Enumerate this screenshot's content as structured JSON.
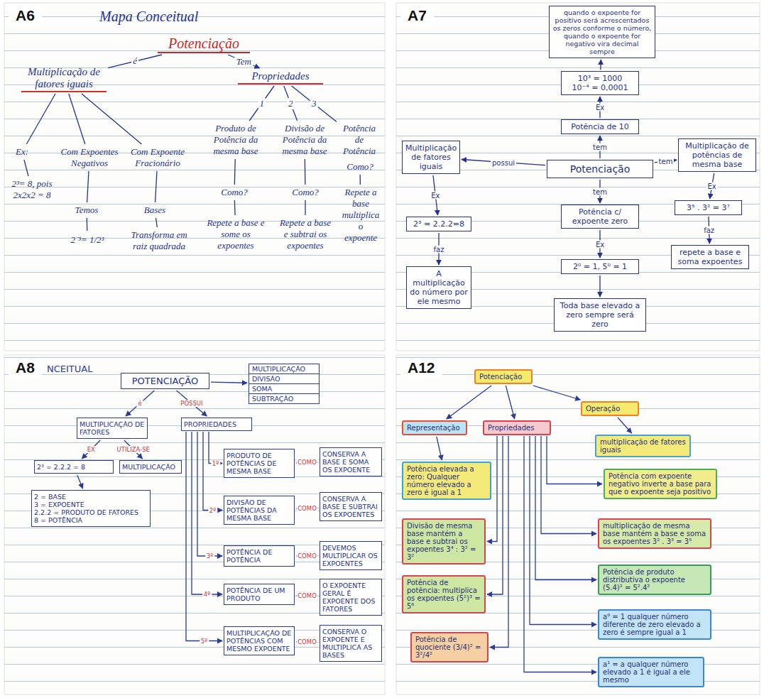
{
  "diagram": {
    "nodes": [
      {
        "text": [
          "Potenciação"
        ]
      },
      {
        "text": [
          "Multiplicação de fatores iguais"
        ]
      },
      {
        "text": [
          "Propriedades"
        ]
      },
      {
        "text": [
          "Ex:"
        ]
      },
      {
        "text": [
          "Com Expoentes Negativos"
        ]
      },
      {
        "text": [
          "Com Expoente Fracionário"
        ]
      },
      {
        "text": [
          "2³= 8, pois 2x2x2 = 8"
        ]
      },
      {
        "text": [
          "Temos"
        ]
      },
      {
        "text": [
          "2⁻³= 1/2³"
        ]
      },
      {
        "text": [
          "Bases"
        ]
      },
      {
        "text": [
          "Transforma em raiz quadrada"
        ]
      },
      {
        "text": [
          "Produto de Potência da mesma base"
        ]
      },
      {
        "text": [
          "Divisão de Potência da mesma base"
        ]
      },
      {
        "text": [
          "Potência de Potência"
        ]
      },
      {
        "text": [
          "Como?"
        ]
      },
      {
        "text": [
          "Como?"
        ]
      },
      {
        "text": [
          "Como?"
        ]
      },
      {
        "text": [
          "Repete a base e some os expoentes"
        ]
      },
      {
        "text": [
          "Repete a base e subtrai os expoentes"
        ]
      },
      {
        "text": [
          "Repete a base multiplica o expoente"
        ]
      },
      {
        "text": [
          "quando o expoente for positivo será acrescentados os zeros conforme o número, quando o expoente for negativo vira decimal sempre"
        ]
      },
      {
        "text": [
          "10³ = 1000",
          "10⁻⁴ = 0,0001"
        ]
      },
      {
        "text": [
          "Potência de 10"
        ]
      },
      {
        "text": [
          "Potenciação"
        ]
      },
      {
        "text": [
          "Multiplicação de fatores iguais"
        ]
      },
      {
        "text": [
          "Multiplicação de potências de mesma base"
        ]
      },
      {
        "text": [
          "2³ = 2.2.2=8"
        ]
      },
      {
        "text": [
          "A multiplicação do número por ele mesmo"
        ]
      },
      {
        "text": [
          "Potência c/ expoente zero"
        ]
      },
      {
        "text": [
          "2⁰ = 1, 5⁰ = 1"
        ]
      },
      {
        "text": [
          "Toda base elevado a zero sempre será zero"
        ]
      },
      {
        "text": [
          "3⁵ . 3² = 3⁷"
        ]
      },
      {
        "text": [
          "repete a base e soma expoentes"
        ]
      },
      {
        "text": [
          "POTENCIAÇÃO"
        ]
      },
      {
        "text": [
          "MULTIPLICAÇÃO DE FATORES"
        ]
      },
      {
        "text": [
          "MULTIPLICAÇÃO",
          "DIVISÃO",
          "SOMA",
          "SUBTRAÇÃO"
        ]
      },
      {
        "text": [
          "PROPRIEDADES"
        ]
      },
      {
        "text": [
          "2³ = 2.2.2 = 8"
        ]
      },
      {
        "text": [
          "MULTIPLICAÇÃO"
        ]
      },
      {
        "text": [
          "2 = BASE",
          "3 = EXPOENTE",
          "2.2.2 = PRODUTO DE FATORES",
          "8 = POTÊNCIA"
        ]
      },
      {
        "text": [
          "PRODUTO DE POTÊNCIAS DE MESMA BASE"
        ]
      },
      {
        "text": [
          "CONSERVA A BASE E SOMA OS EXPOENTE"
        ]
      },
      {
        "text": [
          "DIVISÃO DE POTÊNCIAS DA MESMA BASE"
        ]
      },
      {
        "text": [
          "CONSERVA A BASE E SUBTRAI OS EXPOENTES"
        ]
      },
      {
        "text": [
          "POTÊNCIA DE POTÊNCIA"
        ]
      },
      {
        "text": [
          "DEVEMOS MULTIPLICAR OS EXPOENTES"
        ]
      },
      {
        "text": [
          "POTÊNCIA DE UM PRODUTO"
        ]
      },
      {
        "text": [
          "O EXPOENTE GERAL É EXPOENTE DOS FATORES"
        ]
      },
      {
        "text": [
          "MULTIPLICAÇÃO DE POTÊNCIAS COM MESMO EXPOENTE"
        ]
      },
      {
        "text": [
          "CONSERVA O EXPOENTE E MULTIPLICA AS BASES"
        ]
      },
      {
        "text": [
          "Potenciação"
        ]
      },
      {
        "text": [
          "Representação"
        ]
      },
      {
        "text": [
          "Propriedades"
        ]
      },
      {
        "text": [
          "Operação"
        ]
      },
      {
        "text": [
          "multiplicação de fatores iguais"
        ]
      },
      {
        "text": [
          "Potência elevada a zero: Qualquer número elevado a zero é igual a 1"
        ]
      },
      {
        "text": [
          "Potência com expoente negativo inverte a base para que o expoente seja positivo"
        ]
      },
      {
        "text": [
          "Divisão de mesma base mantém a base e subtrai os expoentes 3⁴ : 3² = 3²"
        ]
      },
      {
        "text": [
          "multiplicação de mesma base mantém a base e soma os expoentes 3² . 3³ = 3⁵"
        ]
      },
      {
        "text": [
          "Potência de produto distributiva o expoente (5.4)² = 5².4²"
        ]
      },
      {
        "text": [
          "Potência de potência: multiplica os expoentes (5²)³ = 5⁶"
        ]
      },
      {
        "text": [
          "Potência de quociente (3/4)² = 3²/4²"
        ]
      },
      {
        "text": [
          "a⁰ = 1 qualquer número diferente de zero elevado a zero é sempre igual a 1"
        ]
      },
      {
        "text": [
          "a¹ = a qualquer número elevado a 1 é igual a ele mesmo"
        ]
      }
    ],
    "edges": [
      {
        "from": 0,
        "to": 1,
        "arrow": "none",
        "label": "é"
      },
      {
        "from": 0,
        "to": 2,
        "arrow": "to",
        "label": "Tem"
      },
      {
        "from": 1,
        "to": 3,
        "arrow": "none"
      },
      {
        "from": 1,
        "to": 4,
        "arrow": "none"
      },
      {
        "from": 1,
        "to": 5,
        "arrow": "none"
      },
      {
        "from": 3,
        "to": 6,
        "arrow": "none"
      },
      {
        "from": 4,
        "to": 7,
        "arrow": "none"
      },
      {
        "from": 7,
        "to": 8,
        "arrow": "none"
      },
      {
        "from": 5,
        "to": 9,
        "arrow": "none"
      },
      {
        "from": 9,
        "to": 10,
        "arrow": "none"
      },
      {
        "from": 2,
        "to": 11,
        "arrow": "none",
        "label": "1"
      },
      {
        "from": 2,
        "to": 12,
        "arrow": "none",
        "label": "2"
      },
      {
        "from": 2,
        "to": 13,
        "arrow": "none",
        "label": "3"
      },
      {
        "from": 11,
        "to": 14,
        "arrow": "none"
      },
      {
        "from": 12,
        "to": 15,
        "arrow": "none"
      },
      {
        "from": 13,
        "to": 16,
        "arrow": "none"
      },
      {
        "from": 14,
        "to": 17,
        "arrow": "none"
      },
      {
        "from": 15,
        "to": 18,
        "arrow": "none"
      },
      {
        "from": 16,
        "to": 19,
        "arrow": "none"
      },
      {
        "from": 22,
        "to": 21,
        "arrow": "to",
        "label": "Ex"
      },
      {
        "from": 21,
        "to": 20,
        "arrow": "to"
      },
      {
        "from": 23,
        "to": 22,
        "arrow": "to",
        "label": "tem"
      },
      {
        "from": 23,
        "to": 24,
        "arrow": "to",
        "label": "possui"
      },
      {
        "from": 23,
        "to": 25,
        "arrow": "to",
        "label": "tem"
      },
      {
        "from": 24,
        "to": 26,
        "arrow": "to",
        "label": "Ex"
      },
      {
        "from": 26,
        "to": 27,
        "arrow": "to",
        "label": "faz"
      },
      {
        "from": 23,
        "to": 28,
        "arrow": "to",
        "label": "tem"
      },
      {
        "from": 28,
        "to": 29,
        "arrow": "to",
        "label": "Ex"
      },
      {
        "from": 29,
        "to": 30,
        "arrow": "to"
      },
      {
        "from": 25,
        "to": 31,
        "arrow": "to",
        "label": "Ex"
      },
      {
        "from": 31,
        "to": 32,
        "arrow": "to",
        "label": "faz"
      },
      {
        "from": 33,
        "to": 34,
        "arrow": "to",
        "label": "é"
      },
      {
        "from": 33,
        "to": 35,
        "arrow": "to"
      },
      {
        "from": 33,
        "to": 36,
        "arrow": "to",
        "label": "POSSUI"
      },
      {
        "from": 34,
        "to": 37,
        "arrow": "to",
        "label": "EX"
      },
      {
        "from": 34,
        "to": 38,
        "arrow": "to",
        "label": "UTILIZA-SE"
      },
      {
        "from": 37,
        "to": 39,
        "arrow": "to"
      },
      {
        "from": 36,
        "to": 40,
        "arrow": "to",
        "label": "1º"
      },
      {
        "from": 36,
        "to": 42,
        "arrow": "to",
        "label": "2º"
      },
      {
        "from": 36,
        "to": 44,
        "arrow": "to",
        "label": "3º"
      },
      {
        "from": 36,
        "to": 46,
        "arrow": "to",
        "label": "4º"
      },
      {
        "from": 36,
        "to": 48,
        "arrow": "to",
        "label": "5º"
      },
      {
        "from": 40,
        "to": 41,
        "arrow": "to",
        "label": "COMO"
      },
      {
        "from": 42,
        "to": 43,
        "arrow": "to",
        "label": "COMO"
      },
      {
        "from": 44,
        "to": 45,
        "arrow": "to",
        "label": "COMO"
      },
      {
        "from": 46,
        "to": 47,
        "arrow": "to",
        "label": "COMO"
      },
      {
        "from": 48,
        "to": 49,
        "arrow": "to",
        "label": "COMO"
      },
      {
        "from": 50,
        "to": 51,
        "arrow": "to"
      },
      {
        "from": 50,
        "to": 52,
        "arrow": "to"
      },
      {
        "from": 50,
        "to": 53,
        "arrow": "to"
      },
      {
        "from": 53,
        "to": 54,
        "arrow": "to"
      },
      {
        "from": 51,
        "to": 55,
        "arrow": "to"
      },
      {
        "from": 52,
        "to": 56,
        "arrow": "to"
      },
      {
        "from": 52,
        "to": 57,
        "arrow": "to"
      },
      {
        "from": 52,
        "to": 58,
        "arrow": "to"
      },
      {
        "from": 52,
        "to": 59,
        "arrow": "to"
      },
      {
        "from": 52,
        "to": 60,
        "arrow": "to"
      },
      {
        "from": 52,
        "to": 61,
        "arrow": "to"
      },
      {
        "from": 52,
        "to": 62,
        "arrow": "to"
      },
      {
        "from": 52,
        "to": 63,
        "arrow": "to"
      }
    ],
    "labels": [
      "A6",
      "Mapa Conceitual",
      "A7",
      "A8",
      "NCEITUAL",
      "A12"
    ]
  }
}
